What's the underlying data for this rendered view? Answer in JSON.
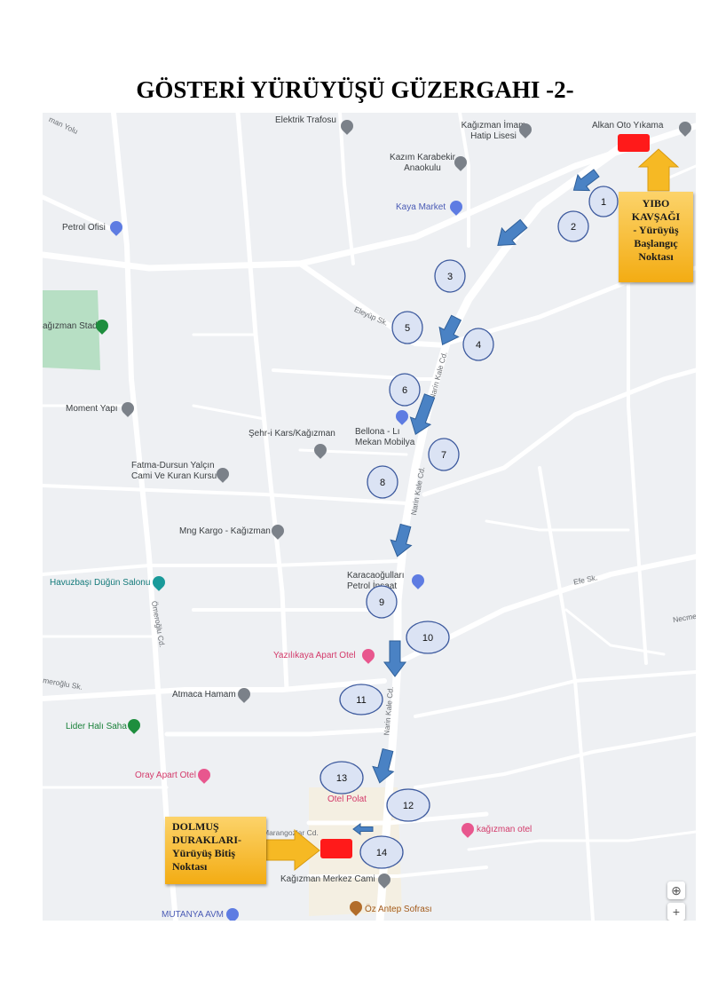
{
  "title": "GÖSTERİ YÜRÜYÜŞÜ GÜZERGAHI -2-",
  "colors": {
    "map_bg": "#eef0f3",
    "road": "#ffffff",
    "park": "#b7dfc4",
    "step_fill": "#dbe3f4",
    "step_border": "#3d5a9e",
    "arrow": "#4a82c4",
    "callout": "#f6b924",
    "marker": "#ff1a1a"
  },
  "start_callout": {
    "lines": [
      "YIBO",
      "KAVŞAĞI",
      "- Yürüyüş",
      "Başlangıç",
      "Noktası"
    ]
  },
  "end_callout": {
    "lines": [
      "DOLMUŞ",
      "DURAKLARI-",
      "Yürüyüş Bitiş",
      "Noktası"
    ]
  },
  "step_numbers": [
    "1",
    "2",
    "3",
    "4",
    "5",
    "6",
    "7",
    "8",
    "9",
    "10",
    "11",
    "12",
    "13",
    "14"
  ],
  "places": {
    "elektrik_trafosu": "Elektrik Trafosu",
    "imam_hatip": "Kağızman İmam\nHatip Lisesi",
    "alkan_oto": "Alkan Oto Yıkama",
    "kazim_karabekir": "Kazım Karabekir\nAnaokulu",
    "kaya_market": "Kaya Market",
    "petrol_ofisi": "Petrol Ofisi",
    "kagizman_stadi": "ağızman Stadı",
    "moment_yapi": "Moment Yapı",
    "sehri_kars": "Şehr-i Kars/Kağızman",
    "bellona": "Bellona - Lı\nMekan Mobilya",
    "fatma_dursun": "Fatma-Dursun Yalçın\nCami Ve Kuran Kursu",
    "mng_kargo": "Mng Kargo - Kağızman",
    "havuzbasi": "Havuzbaşı Düğün Salonu",
    "karacaogullari": "Karacaoğulları\nPetrol İnşaat",
    "yazilikaya": "Yazılıkaya Apart Otel",
    "atmaca_hamam": "Atmaca Hamam",
    "lider_hali": "Lider Halı Saha",
    "oray_apart": "Oray Apart Otel",
    "otel_polat": "Otel Polat",
    "kagizman_otel": "kağızman otel",
    "merkez_cami": "Kağızman Merkez Cami",
    "oz_antep": "Öz Antep Sofrası",
    "mutanya": "MUTANYA AVM"
  },
  "streets": {
    "zman_yolu": "man Yolu",
    "eleyup": "Eleyüp Sk.",
    "narin_kale_1": "Narin Kale Cd.",
    "narin_kale_2": "Narin Kale Cd.",
    "narin_kale_3": "Narin Kale Cd.",
    "efe": "Efe Sk.",
    "necme": "Necme",
    "omeroglu_cd": "Ömeroğlu Cd.",
    "meroglu_sk": "meroğlu Sk.",
    "marangozlar": "Marangozlar Cd."
  },
  "controls": {
    "locate_icon": "⊕",
    "zoom_in": "+"
  }
}
